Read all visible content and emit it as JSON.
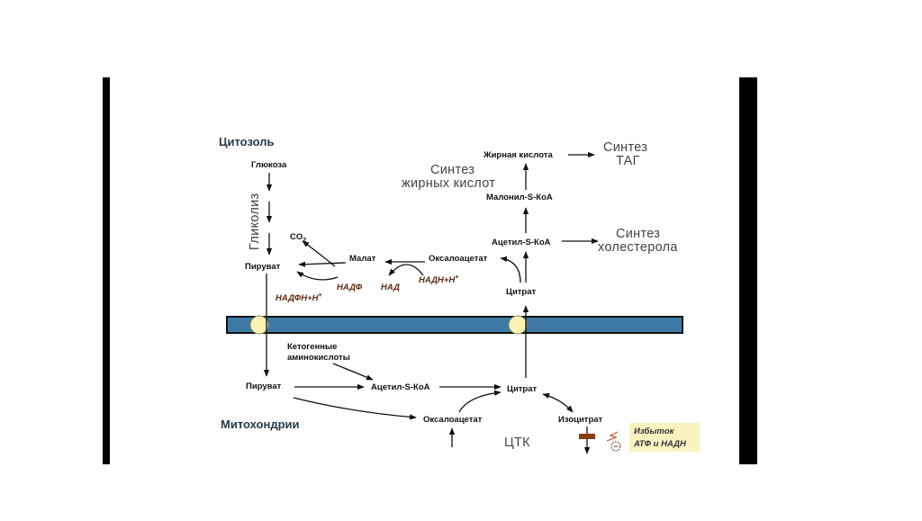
{
  "sections": {
    "cytosol": "Цитозоль",
    "mitochondria": "Митохондрии"
  },
  "labels": {
    "glucose": "Глюкоза",
    "glycolysis": "Гликолиз",
    "pyruvate_cyto": "Пируват",
    "co2_base": "CO",
    "co2_sub": "2",
    "nadph": "НАДФН+Н",
    "nadph_sup": "+",
    "nadp": "НАДФ",
    "malate": "Малат",
    "nad": "НАД",
    "nadh": "НАДН+Н",
    "nadh_sup": "+",
    "oxaloacetate_cyto": "Оксалоацетат",
    "citrate_cyto": "Цитрат",
    "acetyl_coa_cyto": "Ацетил-S-КоА",
    "malonyl_coa": "Малонил-S-КоА",
    "fatty_acid": "Жирная кислота",
    "fa_synth_1": "Синтез",
    "fa_synth_2": "жирных кислот",
    "tag_synth_1": "Синтез",
    "tag_synth_2": "ТАГ",
    "chol_synth_1": "Синтез",
    "chol_synth_2": "холестерола",
    "ketogenic_1": "Кетогенные",
    "ketogenic_2": "аминокислоты",
    "pyruvate_mito": "Пируват",
    "acetyl_coa_mito": "Ацетил-S-КоА",
    "citrate_mito": "Цитрат",
    "oxaloacetate_mito": "Оксалоацетат",
    "isocitrate": "Изоцитрат",
    "tca": "ЦТК",
    "excess_1": "Избыток",
    "excess_2": "АТФ и НАДН",
    "inhibit_sign": "−"
  },
  "colors": {
    "membrane": "#3f7aa6",
    "channel": "#fdf3b4",
    "excess_box": "#f9f3c0",
    "block": "#8b3a14",
    "cofactor": "#5a2a10",
    "side_bars": "#000000"
  }
}
